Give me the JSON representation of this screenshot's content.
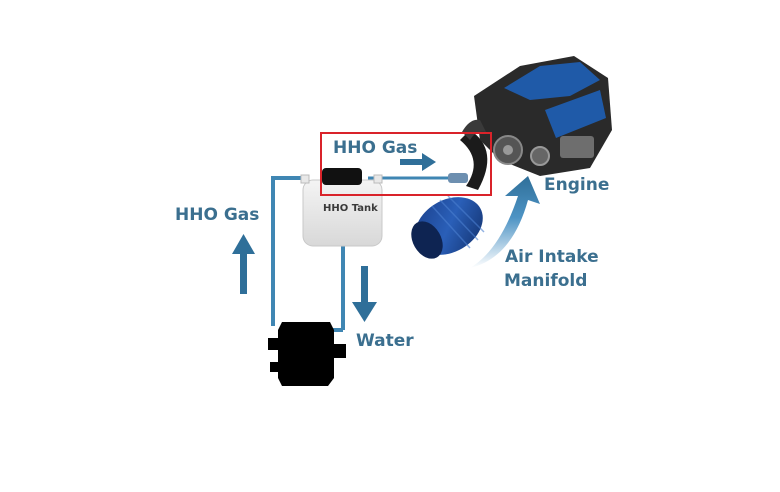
{
  "labels": {
    "hho_gas_top": "HHO Gas",
    "hho_gas_left": "HHO Gas",
    "hho_tank": "HHO Tank",
    "engine": "Engine",
    "air_intake_line1": "Air Intake",
    "air_intake_line2": "Manifold",
    "water": "Water"
  },
  "colors": {
    "label_text": "#3b6f8f",
    "arrow_blue": "#2f6f99",
    "highlight_box": "#d9232a",
    "tube": "#3f86b3",
    "generator": "#000000"
  },
  "icons": [
    "engine-icon",
    "air-filter-icon",
    "hho-tank-icon",
    "hho-generator-icon",
    "arrow-up-icon",
    "arrow-down-icon",
    "arrow-right-icon",
    "curved-arrow-icon"
  ]
}
